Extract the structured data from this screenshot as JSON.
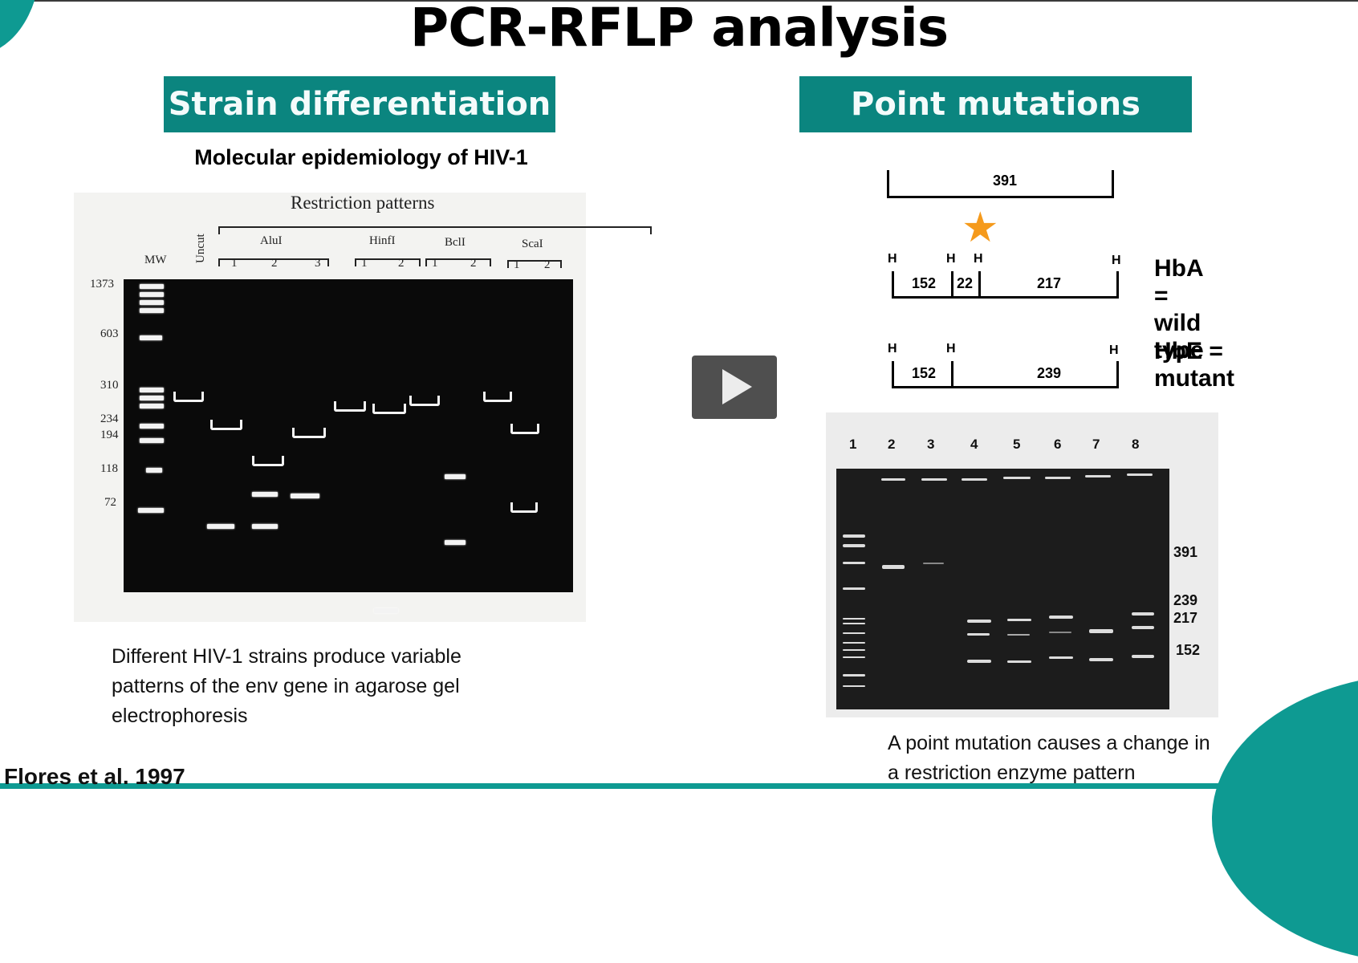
{
  "slide": {
    "title": "PCR-RFLP analysis",
    "left_header": "Strain differentiation",
    "right_header": "Point mutations",
    "left_subtitle": "Molecular epidemiology of HIV-1",
    "left_caption": [
      "Different HIV-1 strains produce variable",
      "patterns of the env gene  in agarose gel",
      "electrophoresis"
    ],
    "right_caption": [
      "A point mutation causes a change in",
      "a restriction enzyme pattern"
    ],
    "citation": "Flores et al. 1997",
    "colors": {
      "teal": "#0b857f",
      "accent_teal": "#0e9a92",
      "star": "#f59a1c"
    }
  },
  "left_figure": {
    "title": "Restriction patterns",
    "mw_label": "MW",
    "uncut_label": "Uncut",
    "enzymes": [
      {
        "name": "AluI",
        "lanes": [
          "1",
          "2",
          "3"
        ]
      },
      {
        "name": "HinfI",
        "lanes": [
          "1",
          "2"
        ]
      },
      {
        "name": "BclI",
        "lanes": [
          "1",
          "2"
        ]
      },
      {
        "name": "ScaI",
        "lanes": [
          "1",
          "2"
        ]
      }
    ],
    "size_markers": [
      "1373",
      "603",
      "310",
      "234",
      "194",
      "118",
      "72"
    ]
  },
  "right_diagram": {
    "full_length": "391",
    "hba": {
      "label": "HbA = wild type",
      "sites": [
        "H",
        "H",
        "H",
        "H"
      ],
      "fragments": [
        "152",
        "22",
        "217"
      ]
    },
    "hbe": {
      "label": "HbE = mutant",
      "sites": [
        "H",
        "H",
        "H"
      ],
      "fragments": [
        "152",
        "239"
      ]
    },
    "mutation_icon": "star-icon"
  },
  "right_figure": {
    "lanes": [
      "1",
      "2",
      "3",
      "4",
      "5",
      "6",
      "7",
      "8"
    ],
    "size_labels": [
      "391",
      "239",
      "217",
      "152"
    ]
  },
  "player": {
    "play_icon": "play-icon"
  }
}
